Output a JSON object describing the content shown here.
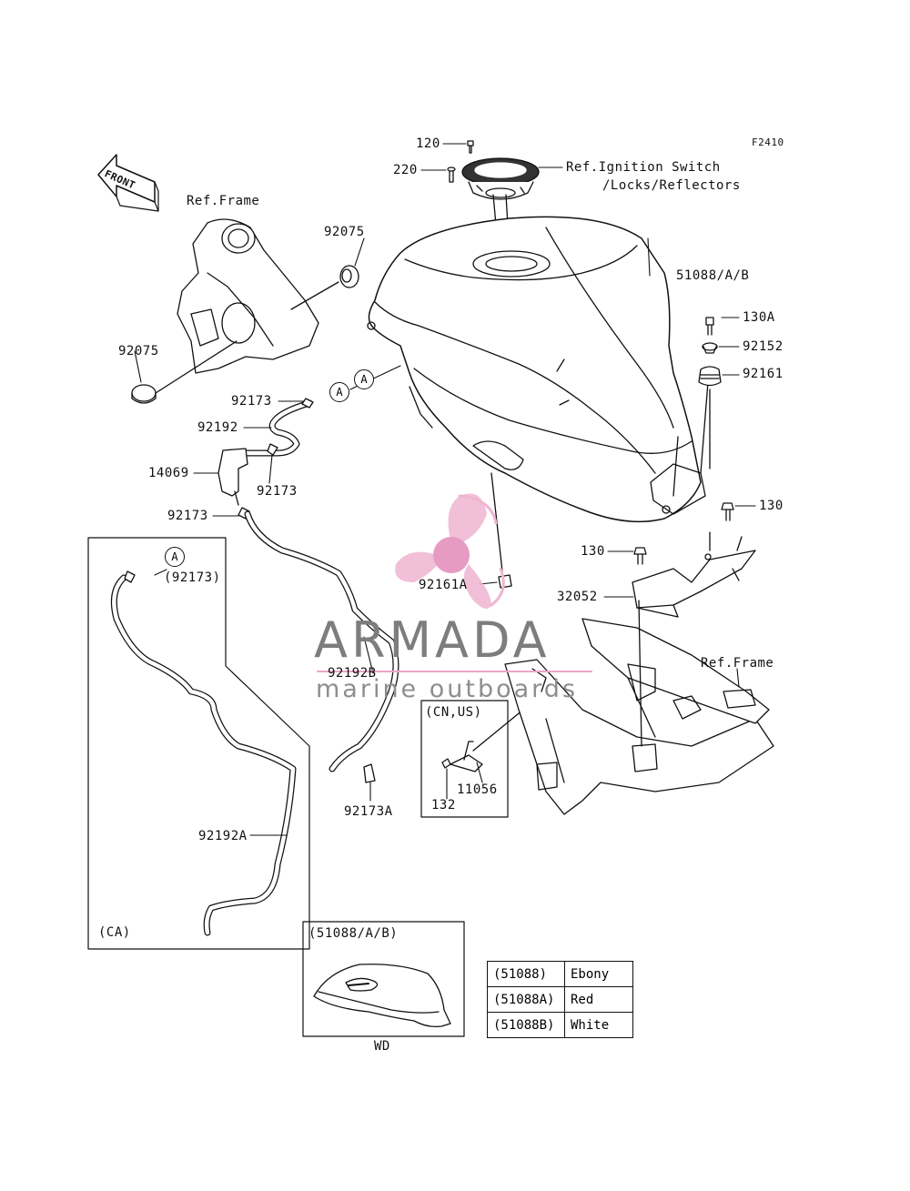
{
  "figure_code": "F2410",
  "front_arrow": "FRONT",
  "watermark": {
    "brand": "ARMADA",
    "tagline": "marine outboards"
  },
  "colors": {
    "line": "#111111",
    "logo_pink": "#e8a6c6",
    "logo_pink_dark": "#d98bb4",
    "watermark_gray": "#7d7d7d"
  },
  "callouts": {
    "c120": "120",
    "c220": "220",
    "ref_ignition_1": "Ref.Ignition Switch",
    "ref_ignition_2": "/Locks/Reflectors",
    "ref_frame_top": "Ref.Frame",
    "c92075_a": "92075",
    "c92075_b": "92075",
    "c51088": "51088/A/B",
    "c130a": "130A",
    "c92152": "92152",
    "c92161": "92161",
    "c92173_a": "92173",
    "c92192": "92192",
    "c14069": "14069",
    "c92173_b": "92173",
    "c92173_c": "92173",
    "c92173_paren": "(92173)",
    "c92161a": "92161A",
    "c130_a": "130",
    "c130_b": "130",
    "c32052": "32052",
    "ref_frame_bottom": "Ref.Frame",
    "c92192b": "92192B",
    "cn_us": "(CN,US)",
    "c11056": "11056",
    "c132": "132",
    "c92173a": "92173A",
    "c92192a": "92192A",
    "ca": "(CA)",
    "inset_title": "(51088/A/B)",
    "wd": "WD",
    "marker_a": "A"
  },
  "color_table": [
    {
      "code": "(51088)",
      "color": "Ebony"
    },
    {
      "code": "(51088A)",
      "color": "Red"
    },
    {
      "code": "(51088B)",
      "color": "White"
    }
  ]
}
